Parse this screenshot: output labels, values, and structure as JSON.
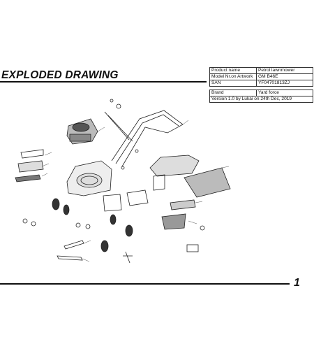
{
  "header": {
    "title": "EXPLODED DRAWING"
  },
  "info_table": {
    "product_name_label": "Product name",
    "product_name_value": "Petrol lawnmower",
    "model_label": "Model Nr.on Artwork",
    "model_value": "GM B46E",
    "san_label": "SAN",
    "san_value": "YF04701813ZJ",
    "brand_label": "Brand",
    "brand_value": "Yard force",
    "version_text": "Version 1.0 by Lukai on 24th Dec, 2019"
  },
  "footer": {
    "page_number": "1"
  }
}
